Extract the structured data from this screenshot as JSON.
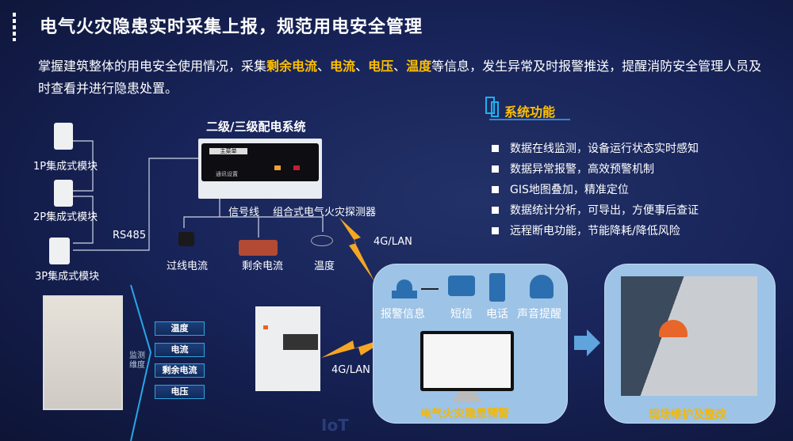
{
  "title": "电气火灾隐患实时采集上报，规范用电安全管理",
  "intro": {
    "p1": "掌握建筑整体的用电安全使用情况，采集",
    "h1": "剩余电流",
    "s1": "、",
    "h2": "电流",
    "s2": "、",
    "h3": "电压",
    "s3": "、",
    "h4": "温度",
    "p2": "等信息，发生异常及时报警推送，提醒消防安全管理人员及时查看并进行隐患处置。"
  },
  "features": {
    "title": "系统功能",
    "items": [
      "数据在线监测，设备运行状态实时感知",
      "数据异常报警，高效预警机制",
      "GIS地图叠加，精准定位",
      "数据统计分析，可导出，方便事后查证",
      "远程断电功能，节能降耗/降低风险"
    ]
  },
  "system": {
    "title": "二级/三级配电系统",
    "screen_text": "主菜单",
    "screen_sub": "通讯设置",
    "signal_line": "信号线",
    "detector": "组合式电气火灾探测器",
    "rs485": "RS485"
  },
  "modules": [
    "1P集成式模块",
    "2P集成式模块",
    "3P集成式模块"
  ],
  "sensors": [
    "过线电流",
    "剩余电流",
    "温度"
  ],
  "network": [
    "4G/LAN",
    "4G/LAN"
  ],
  "monitor": {
    "label": "监测维度",
    "items": [
      "温度",
      "电流",
      "剩余电流",
      "电压"
    ]
  },
  "alarm": {
    "items": [
      "报警信息",
      "短信",
      "电话",
      "声音提醒"
    ],
    "caption": "电气火灾隐患预警"
  },
  "field": {
    "caption": "现场维护及整改"
  },
  "watermark": "IoT"
}
